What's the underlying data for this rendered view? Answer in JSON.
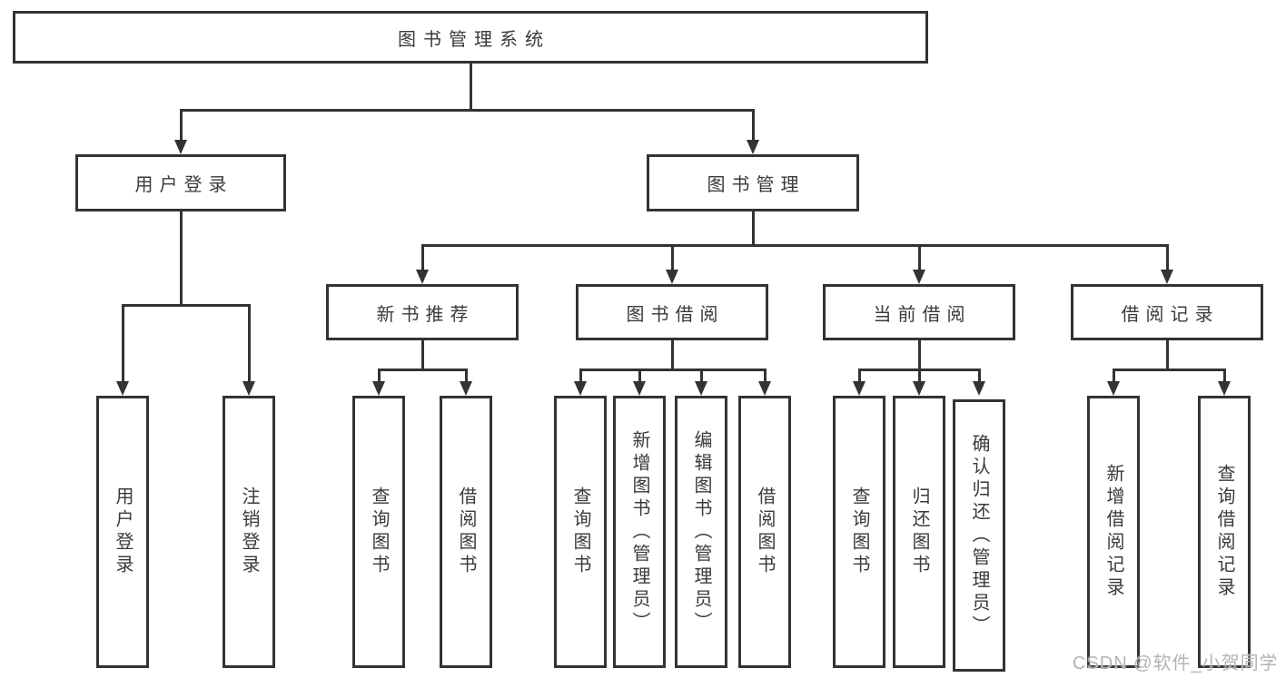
{
  "diagram_type": "hierarchy-tree",
  "nodes": {
    "root": {
      "label": "图书管理系统"
    },
    "user_login": {
      "label": "用户登录"
    },
    "book_mgmt": {
      "label": "图书管理"
    },
    "login": {
      "label": "用户登录"
    },
    "logout": {
      "label": "注销登录"
    },
    "new_rec": {
      "label": "新书推荐"
    },
    "borrow": {
      "label": "图书借阅"
    },
    "current": {
      "label": "当前借阅"
    },
    "record": {
      "label": "借阅记录"
    },
    "rec_query_book": {
      "label": "查询图书"
    },
    "rec_borrow_book": {
      "label": "借阅图书"
    },
    "bor_query_book": {
      "label": "查询图书"
    },
    "bor_add_book": {
      "label": "新增图书（管理员）"
    },
    "bor_edit_book": {
      "label": "编辑图书（管理员）"
    },
    "bor_borrow_book": {
      "label": "借阅图书"
    },
    "cur_query_book": {
      "label": "查询图书"
    },
    "cur_return_book": {
      "label": "归还图书"
    },
    "cur_confirm_return": {
      "label": "确认归还（管理员）"
    },
    "log_add_record": {
      "label": "新增借阅记录"
    },
    "log_query_record": {
      "label": "查询借阅记录"
    }
  },
  "watermark": {
    "text": "CSDN @软件_小贺同学"
  },
  "colors": {
    "line": "#333333",
    "text": "#3a3a3a",
    "watermark": "#b3b3b3",
    "background": "#ffffff"
  }
}
